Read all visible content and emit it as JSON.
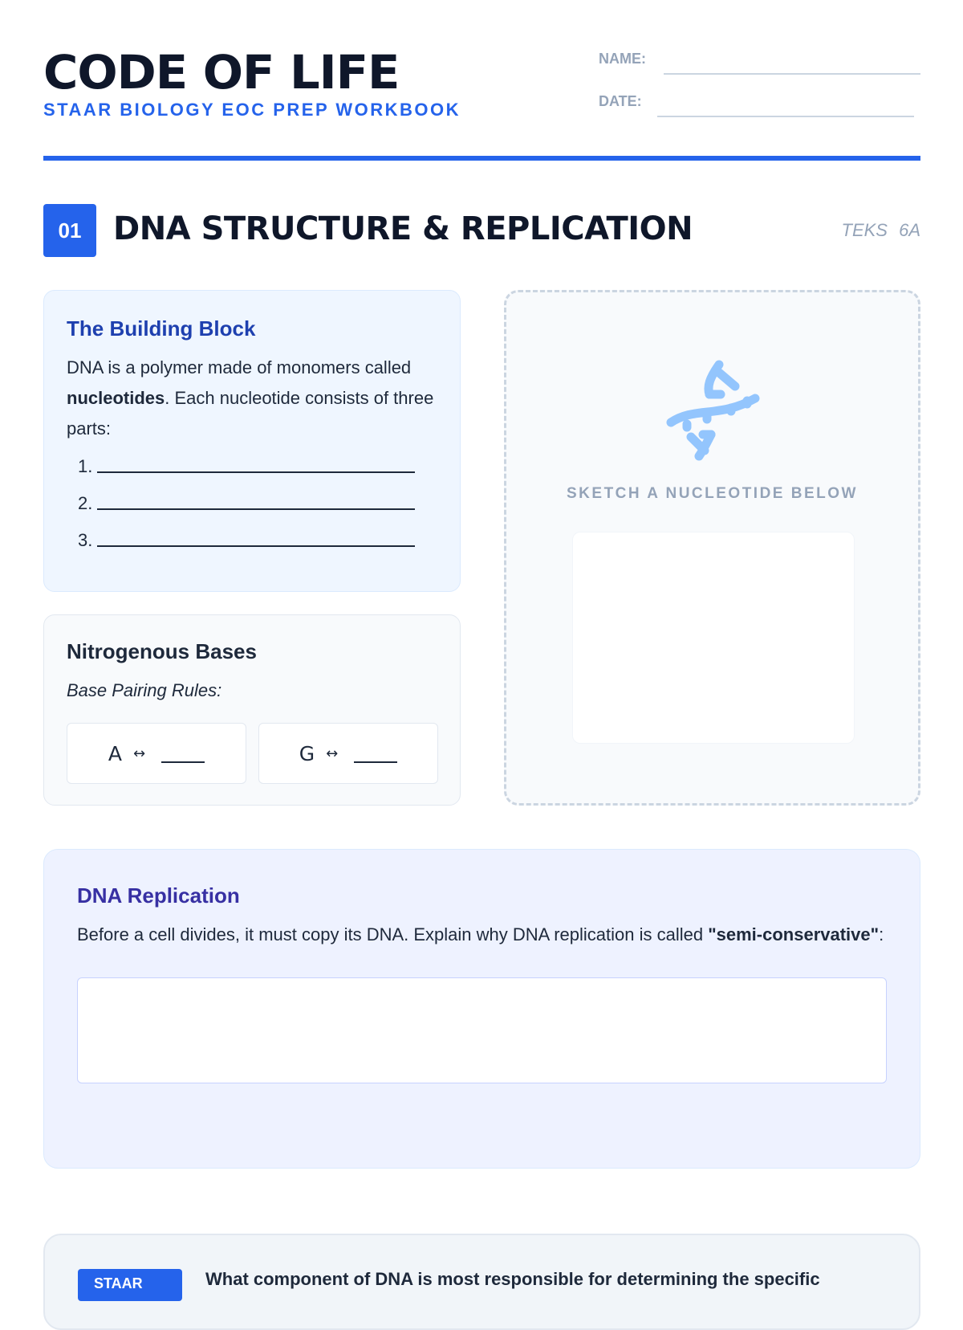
{
  "header": {
    "title": "CODE OF LIFE",
    "subtitle": "STAAR BIOLOGY EOC PREP WORKBOOK",
    "name_label": "NAME:",
    "date_label": "DATE:"
  },
  "section": {
    "number": "01",
    "title": "DNA STRUCTURE & REPLICATION",
    "teks": "TEKS 6A"
  },
  "building_block": {
    "title": "The Building Block",
    "text_pre": "DNA is a polymer made of monomers called ",
    "text_bold": "nucleotides",
    "text_post": ". Each nucleotide consists of three parts:",
    "items": [
      "1.",
      "2.",
      "3."
    ]
  },
  "bases": {
    "title": "Nitrogenous Bases",
    "subtitle": "Base Pairing Rules:",
    "pairs": [
      {
        "base": "A",
        "arrow": "↔"
      },
      {
        "base": "G",
        "arrow": "↔"
      }
    ]
  },
  "sketch": {
    "icon": "dna-icon",
    "label": "SKETCH A NUCLEOTIDE BELOW"
  },
  "replication": {
    "title": "DNA Replication",
    "text_pre": "Before a cell divides, it must copy its DNA. Explain why DNA replication is called ",
    "text_bold": "\"semi-conservative\"",
    "text_post": ":"
  },
  "staar": {
    "badge": "STAAR",
    "question": "What component of DNA is most responsible for determining the specific"
  },
  "colors": {
    "accent": "#2563eb",
    "ink": "#0f172a",
    "muted": "#94a3b8",
    "block_title": "#1e40af",
    "replication_title": "#3730a3"
  }
}
